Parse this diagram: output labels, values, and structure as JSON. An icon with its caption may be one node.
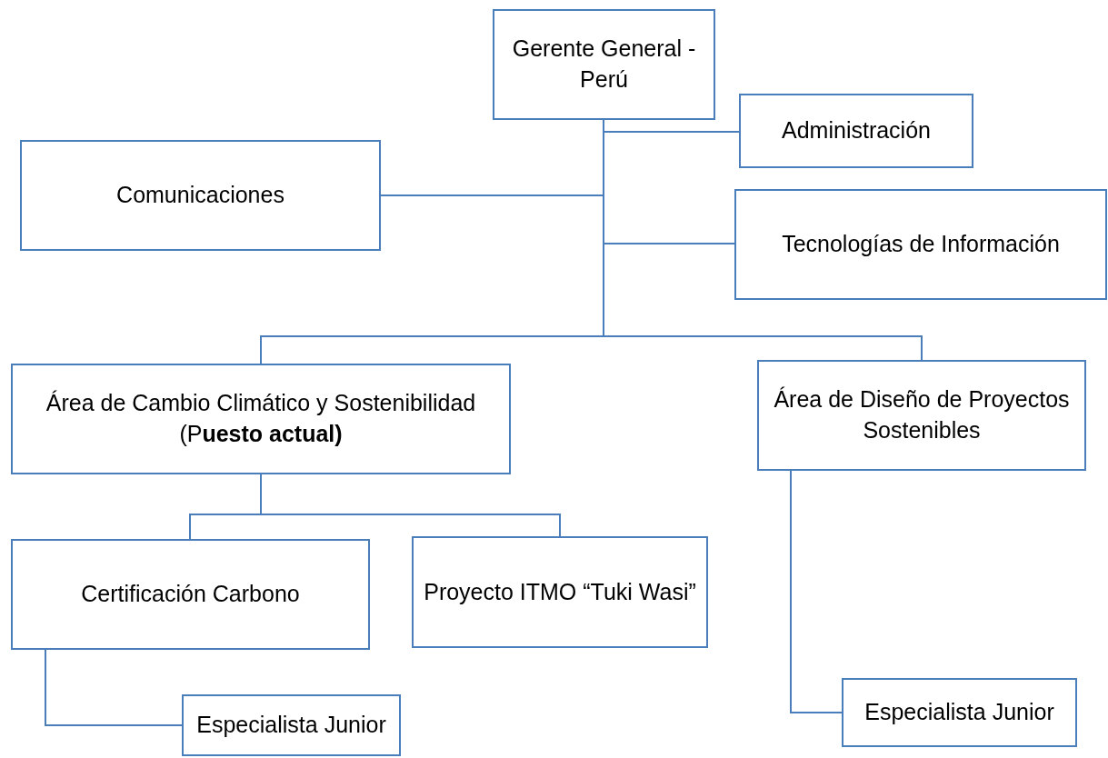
{
  "diagram": {
    "nodes": [
      {
        "text": [
          "Gerente General - Perú"
        ]
      },
      {
        "text": [
          "Administración"
        ]
      },
      {
        "text": [
          "Comunicaciones"
        ]
      },
      {
        "text": [
          "Tecnologías de Información"
        ]
      },
      {
        "text": [
          "Área de Cambio Climático y Sostenibilidad (P**uesto actual)**"
        ]
      },
      {
        "text": [
          "Área de Diseño de Proyectos Sostenibles"
        ]
      },
      {
        "text": [
          "Certificación Carbono"
        ]
      },
      {
        "text": [
          "Proyecto ITMO “Tuki Wasi”"
        ]
      },
      {
        "text": [
          "Especialista Junior"
        ]
      },
      {
        "text": [
          "Especialista Junior"
        ]
      }
    ],
    "edges": [
      {
        "from": 0,
        "to": 1,
        "arrow": "none"
      },
      {
        "from": 0,
        "to": 2,
        "arrow": "none"
      },
      {
        "from": 0,
        "to": 3,
        "arrow": "none"
      },
      {
        "from": 0,
        "to": 4,
        "arrow": "none"
      },
      {
        "from": 0,
        "to": 5,
        "arrow": "none"
      },
      {
        "from": 4,
        "to": 6,
        "arrow": "none"
      },
      {
        "from": 4,
        "to": 7,
        "arrow": "none"
      },
      {
        "from": 6,
        "to": 8,
        "arrow": "none"
      },
      {
        "from": 5,
        "to": 9,
        "arrow": "none"
      }
    ]
  }
}
